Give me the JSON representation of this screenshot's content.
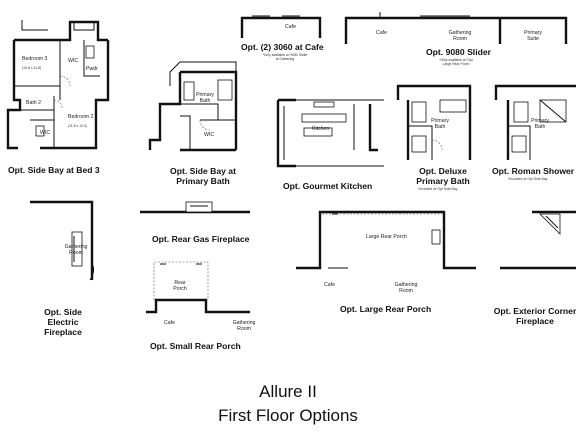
{
  "options": [
    {
      "label": "Opt. Side Bay at Bed 3"
    },
    {
      "label": "Opt. (2) 3060 at Cafe",
      "note": "*Only available w/ 9080 Slider at Gathering"
    },
    {
      "label": "Opt. 9080 Slider",
      "note": "*Only available w/ Opt Large Rear Porch"
    },
    {
      "label": "Opt. Side Bay at Primary Bath"
    },
    {
      "label": "Opt. Gourmet Kitchen"
    },
    {
      "label": "Opt. Deluxe Primary Bath",
      "note": "*Included w/ Opt Side Bay"
    },
    {
      "label": "Opt. Roman Shower",
      "note": "*Included w/ Opt Side Bay"
    },
    {
      "label": "Opt. Rear Gas Fireplace"
    },
    {
      "label": "Opt. Large Rear Porch"
    },
    {
      "label": "Opt. Exterior Corner Fireplace"
    },
    {
      "label": "Opt. Side Electric Fireplace"
    },
    {
      "label": "Opt. Small Rear Porch"
    }
  ],
  "rooms": {
    "bedroom3": "Bedroom 3",
    "bedroom3_dim": "(10-8 x 11-8)",
    "wic_a": "WIC",
    "pwdr": "Pwdr",
    "bath2": "Bath 2",
    "bedroom2": "Bedroom 2",
    "bedroom2_dim": "(11-8 x 12-0)",
    "wic_b": "WIC",
    "primary_bath_a": "Primary Bath",
    "wic_c": "WIC",
    "cafe_a": "Cafe",
    "cafe_b": "Cafe",
    "gathering_room_a": "Gathering Room",
    "primary_suite": "Primary Suite",
    "kitchen": "Kitchen",
    "primary_bath_b": "Primary Bath",
    "primary_bath_c": "Primary Bath",
    "gathering_room_b": "Gathering Room",
    "large_rear_porch": "Large Rear Porch",
    "cafe_c": "Cafe",
    "gathering_room_c": "Gathering Room",
    "rear_porch": "Rear Porch",
    "cafe_d": "Cafe",
    "gathering_room_d": "Gathering Room"
  },
  "title": {
    "line1": "Allure II",
    "line2": "First Floor Options"
  }
}
